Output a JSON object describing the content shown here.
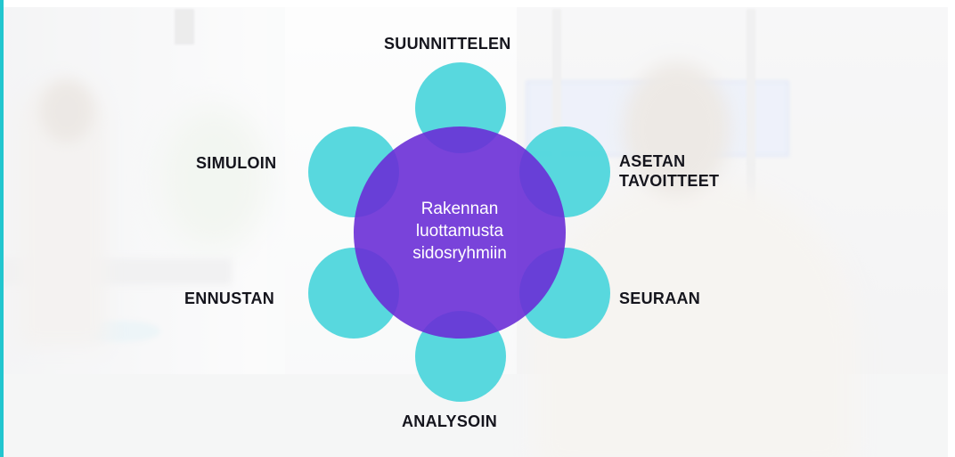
{
  "diagram": {
    "center_text": "Rakennan\nluottamusta\nsidosryhmiin",
    "nodes": [
      {
        "id": "top",
        "label": "SUUNNITTELEN"
      },
      {
        "id": "top-right",
        "label": "ASETAN\nTAVOITTEET"
      },
      {
        "id": "bottom-right",
        "label": "SEURAAN"
      },
      {
        "id": "bottom",
        "label": "ANALYSOIN"
      },
      {
        "id": "bottom-left",
        "label": "ENNUSTAN"
      },
      {
        "id": "top-left",
        "label": "SIMULOIN"
      }
    ]
  },
  "colors": {
    "petal": "#4fd6dc",
    "hub": "#6a2fd6",
    "accent_bar": "#22c6cf",
    "label_text": "#15151d"
  }
}
